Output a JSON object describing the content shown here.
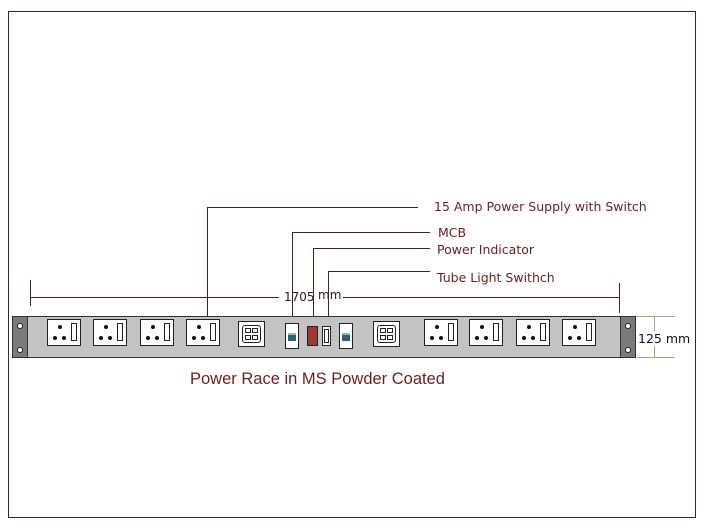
{
  "diagram": {
    "title": "Power Race in MS Powder Coated",
    "labels": {
      "power_supply": "15 Amp Power Supply with Switch",
      "mcb": "MCB",
      "power_indicator": "Power Indicator",
      "tube_light_switch": "Tube Light Swithch"
    },
    "dimensions": {
      "length_value": "1705",
      "length_unit": "mm",
      "height_label": "125 mm"
    },
    "components": {
      "left_sockets": 4,
      "right_sockets": 4,
      "modular_boxes": 2,
      "switches": [
        "power-switch",
        "mcb",
        "power-indicator",
        "tube-light-switch"
      ]
    },
    "colors": {
      "line": "#5a1a22",
      "label_text": "#6b1f1f",
      "strip": "#c3c3c3",
      "end_cap": "#7a7a7a",
      "mcb": "#9a3a32",
      "rocker": "#2e5f73"
    }
  }
}
